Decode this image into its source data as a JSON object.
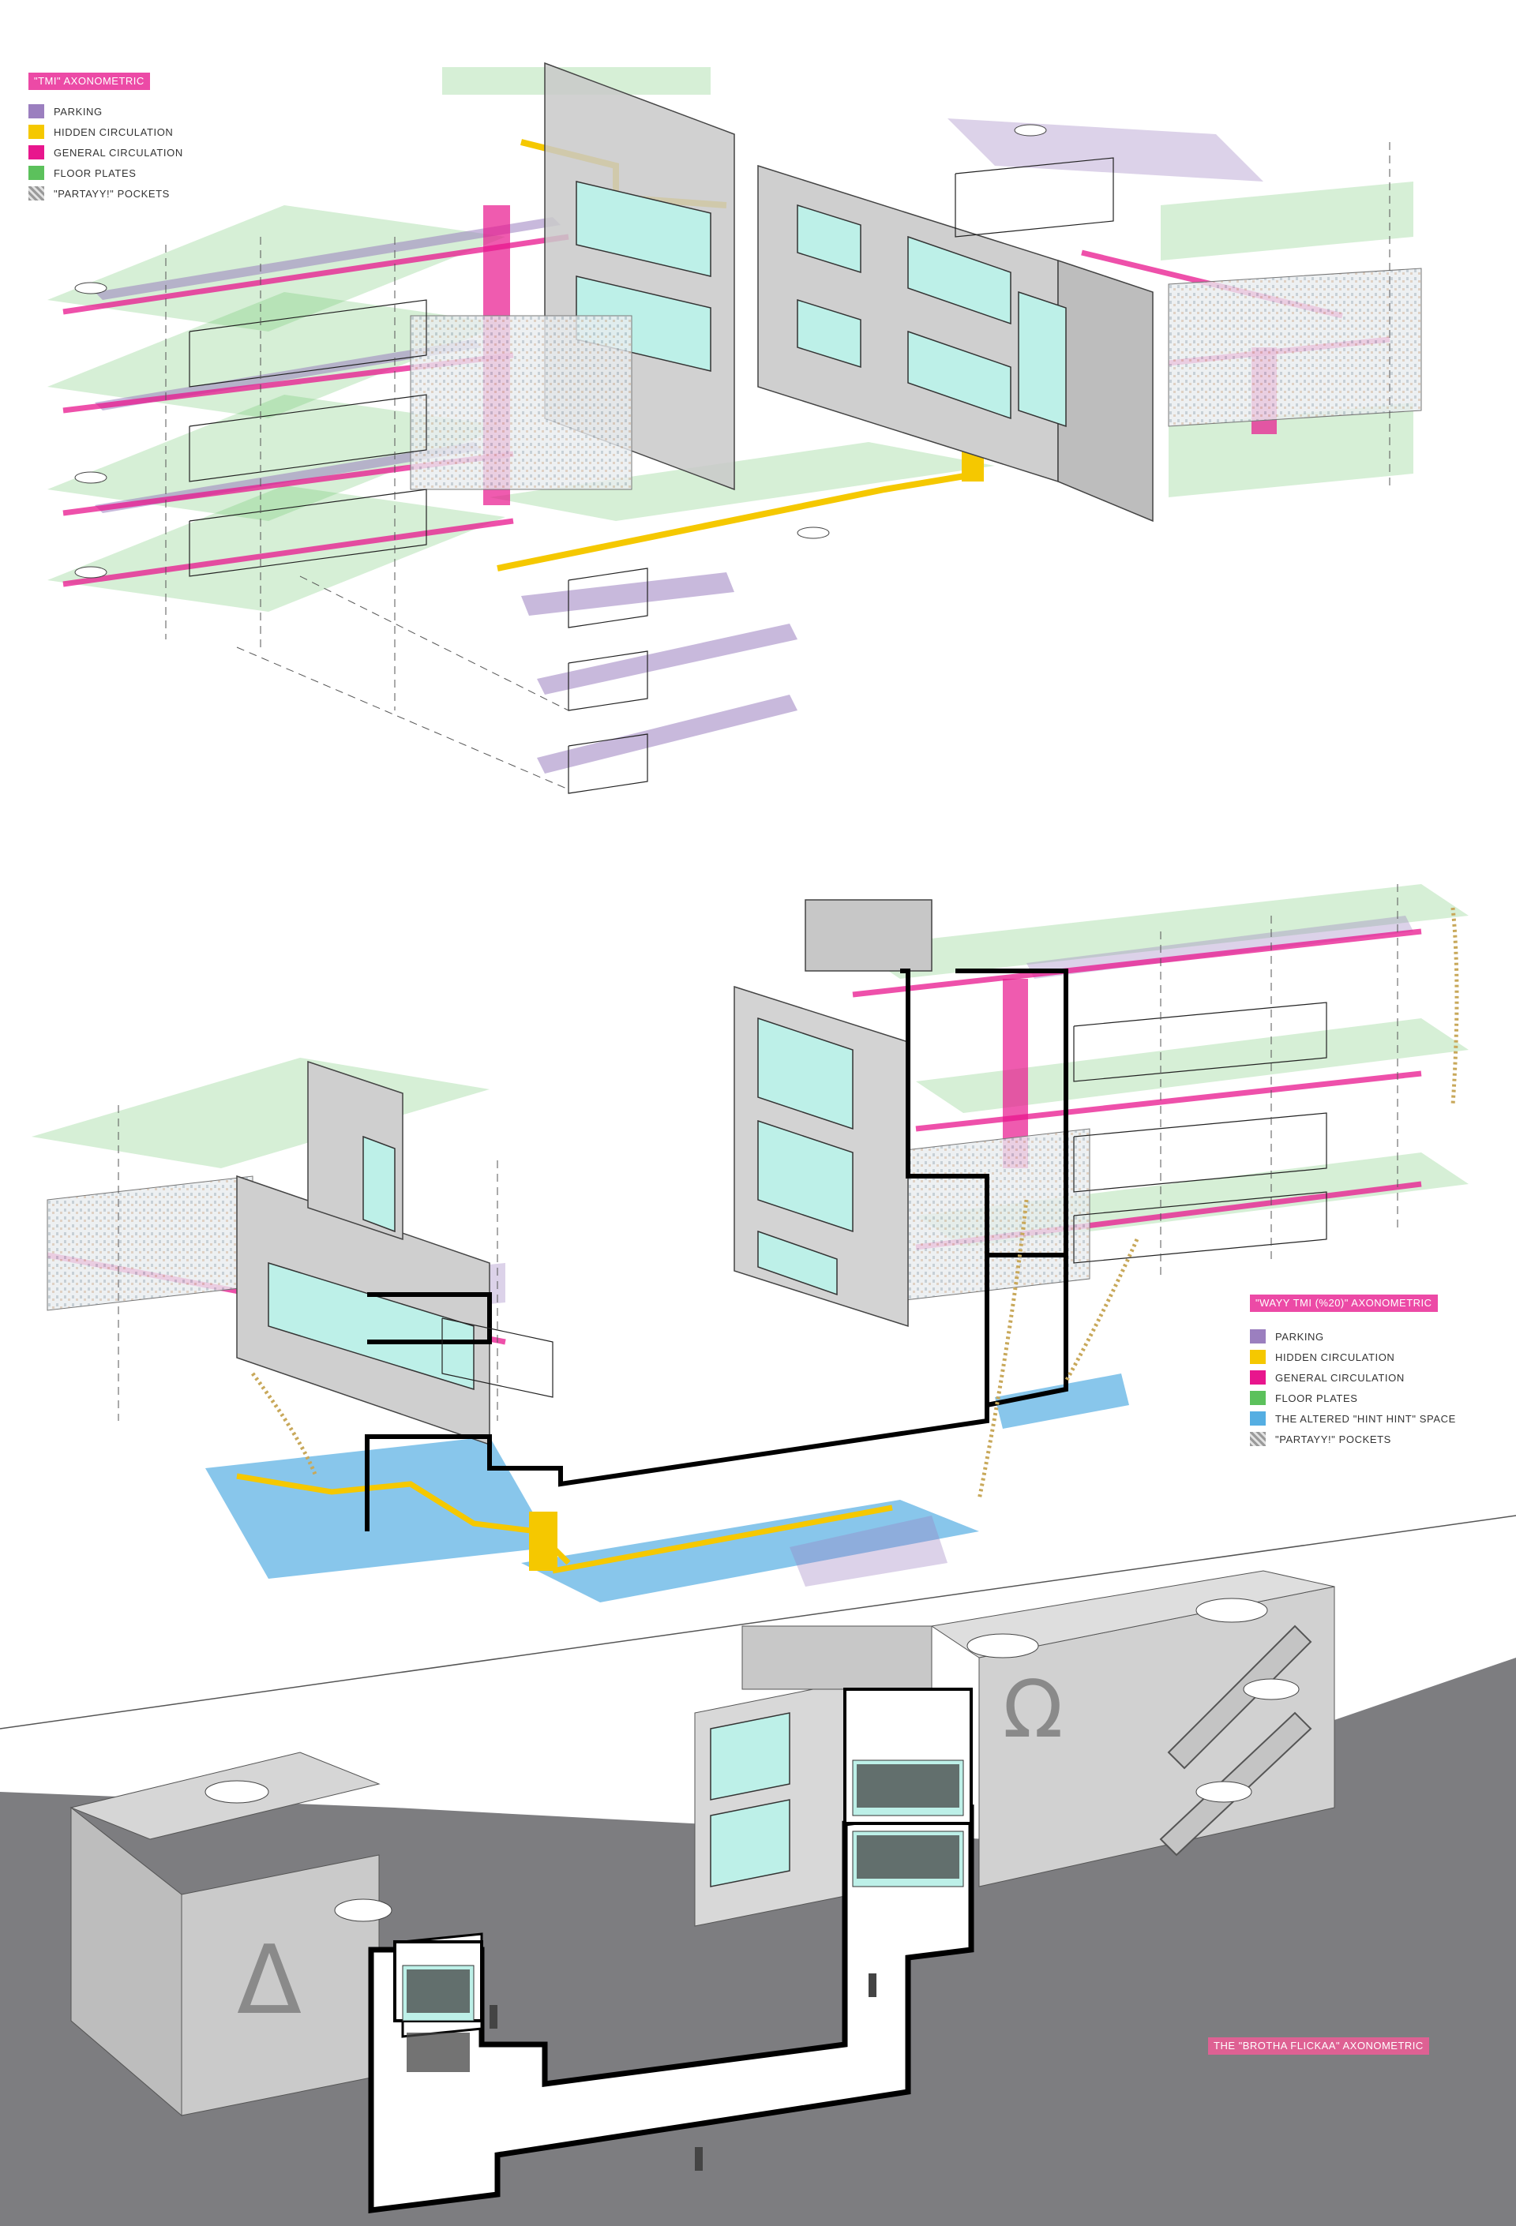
{
  "colors": {
    "parking": "#9b7fbf",
    "hidden_circulation": "#f5c800",
    "general_circulation": "#e8168d",
    "floor_plates": "#5cc15c",
    "hint_space": "#55aee2",
    "title_tag": "#ec4aa6",
    "bottom_tag": "#de6193"
  },
  "axon_1": {
    "title": "\"TMI\" AXONOMETRIC",
    "legend": [
      {
        "label": "PARKING",
        "color_key": "parking"
      },
      {
        "label": "HIDDEN CIRCULATION",
        "color_key": "hidden_circulation"
      },
      {
        "label": "GENERAL CIRCULATION",
        "color_key": "general_circulation"
      },
      {
        "label": "FLOOR PLATES",
        "color_key": "floor_plates"
      },
      {
        "label": "\"PARTAYY!\" POCKETS",
        "icon": "photo-collage-icon"
      }
    ]
  },
  "axon_2": {
    "title": "\"WAYY TMI (%20)\" AXONOMETRIC",
    "legend": [
      {
        "label": "PARKING",
        "color_key": "parking"
      },
      {
        "label": "HIDDEN CIRCULATION",
        "color_key": "hidden_circulation"
      },
      {
        "label": "GENERAL CIRCULATION",
        "color_key": "general_circulation"
      },
      {
        "label": "FLOOR PLATES",
        "color_key": "floor_plates"
      },
      {
        "label": "THE ALTERED \"HINT HINT\" SPACE",
        "color_key": "hint_space"
      },
      {
        "label": "\"PARTAYY!\" POCKETS",
        "icon": "photo-collage-icon"
      }
    ]
  },
  "axon_3": {
    "title": "THE \"BROTHA FLICKAA\" AXONOMETRIC",
    "left_building_symbol": "Δ",
    "right_building_symbol": "Ω"
  }
}
